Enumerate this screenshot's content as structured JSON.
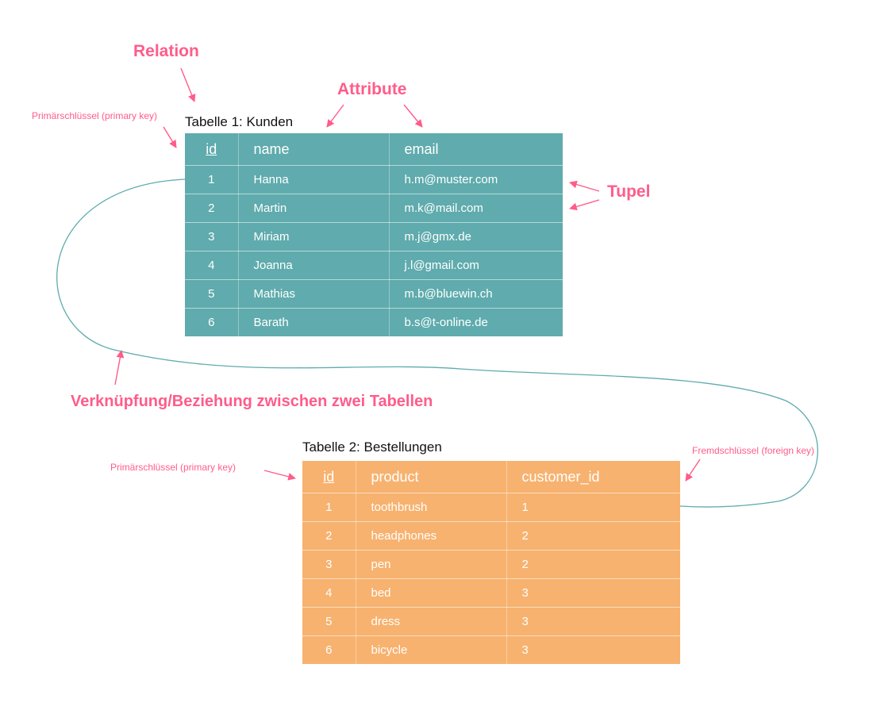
{
  "labels": {
    "relation": "Relation",
    "attribute": "Attribute",
    "tupel": "Tupel",
    "relationship": "Verknüpfung/Beziehung zwischen zwei Tabellen",
    "primary_key_1": "Primärschlüssel (primary key)",
    "primary_key_2": "Primärschlüssel (primary key)",
    "foreign_key": "Fremdschlüssel (foreign key)"
  },
  "colors": {
    "accent": "#ff5c8a",
    "table1": "#5fabad",
    "table2": "#f7b26f",
    "link": "#5fabad"
  },
  "table1": {
    "title": "Tabelle 1: Kunden",
    "headers": [
      "id",
      "name",
      "email"
    ],
    "rows": [
      [
        "1",
        "Hanna",
        "h.m@muster.com"
      ],
      [
        "2",
        "Martin",
        "m.k@mail.com"
      ],
      [
        "3",
        "Miriam",
        "m.j@gmx.de"
      ],
      [
        "4",
        "Joanna",
        "j.l@gmail.com"
      ],
      [
        "5",
        "Mathias",
        "m.b@bluewin.ch"
      ],
      [
        "6",
        "Barath",
        "b.s@t-online.de"
      ]
    ]
  },
  "table2": {
    "title": "Tabelle 2: Bestellungen",
    "headers": [
      "id",
      "product",
      "customer_id"
    ],
    "rows": [
      [
        "1",
        "toothbrush",
        "1"
      ],
      [
        "2",
        "headphones",
        "2"
      ],
      [
        "3",
        "pen",
        "2"
      ],
      [
        "4",
        "bed",
        "3"
      ],
      [
        "5",
        "dress",
        "3"
      ],
      [
        "6",
        "bicycle",
        "3"
      ]
    ]
  }
}
